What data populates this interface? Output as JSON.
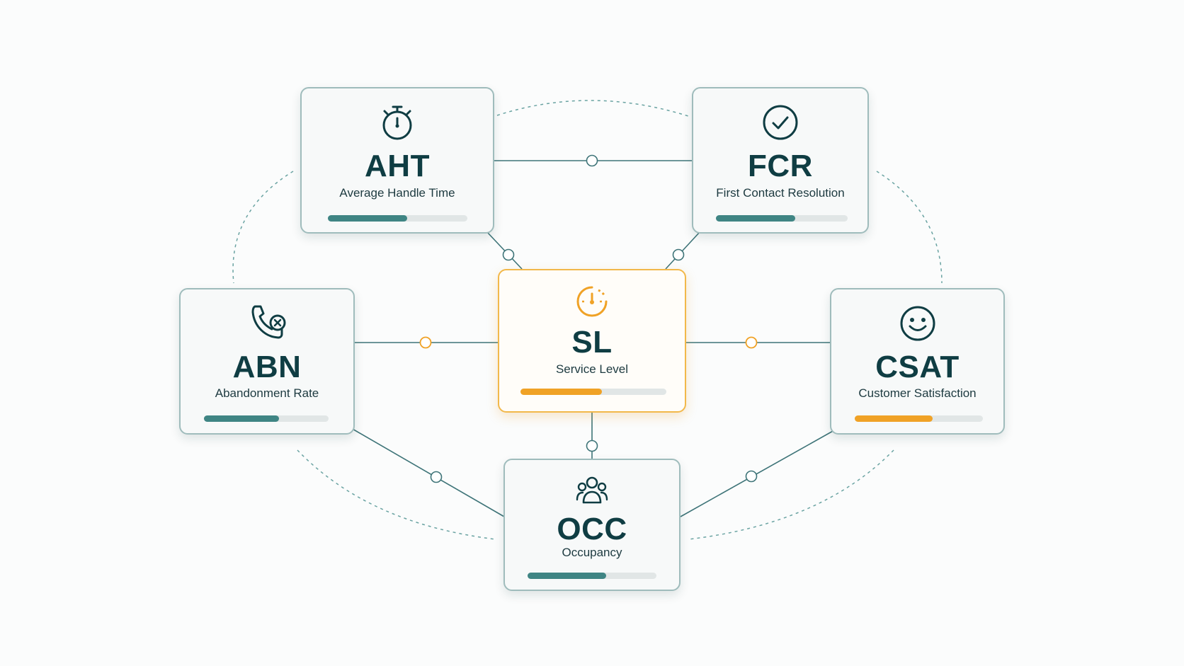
{
  "colors": {
    "teal": "#3f8584",
    "orange": "#f0a226",
    "card_border": "#9fbcbc",
    "text_dark": "#0f3d43",
    "track": "#e1e6e6"
  },
  "nodes": {
    "aht": {
      "abbr": "AHT",
      "label": "Average Handle Time",
      "icon": "stopwatch-icon",
      "progress": 0.57,
      "accent": "teal"
    },
    "fcr": {
      "abbr": "FCR",
      "label": "First Contact Resolution",
      "icon": "check-circle-icon",
      "progress": 0.6,
      "accent": "teal"
    },
    "sl": {
      "abbr": "SL",
      "label": "Service Level",
      "icon": "clock-gauge-icon",
      "progress": 0.56,
      "accent": "orange"
    },
    "abn": {
      "abbr": "ABN",
      "label": "Abandonment Rate",
      "icon": "phone-cancel-icon",
      "progress": 0.6,
      "accent": "teal"
    },
    "csat": {
      "abbr": "CSAT",
      "label": "Customer Satisfaction",
      "icon": "smiley-icon",
      "progress": 0.61,
      "accent": "orange"
    },
    "occ": {
      "abbr": "OCC",
      "label": "Occupancy",
      "icon": "team-icon",
      "progress": 0.61,
      "accent": "teal"
    }
  },
  "connections": [
    {
      "from": "aht",
      "to": "fcr",
      "marker": "teal"
    },
    {
      "from": "aht",
      "to": "sl",
      "marker": "teal"
    },
    {
      "from": "fcr",
      "to": "sl",
      "marker": "teal"
    },
    {
      "from": "abn",
      "to": "sl",
      "marker": "orange"
    },
    {
      "from": "sl",
      "to": "csat",
      "marker": "orange"
    },
    {
      "from": "sl",
      "to": "occ",
      "marker": "teal"
    },
    {
      "from": "abn",
      "to": "occ",
      "marker": "teal"
    },
    {
      "from": "csat",
      "to": "occ",
      "marker": "teal"
    }
  ]
}
